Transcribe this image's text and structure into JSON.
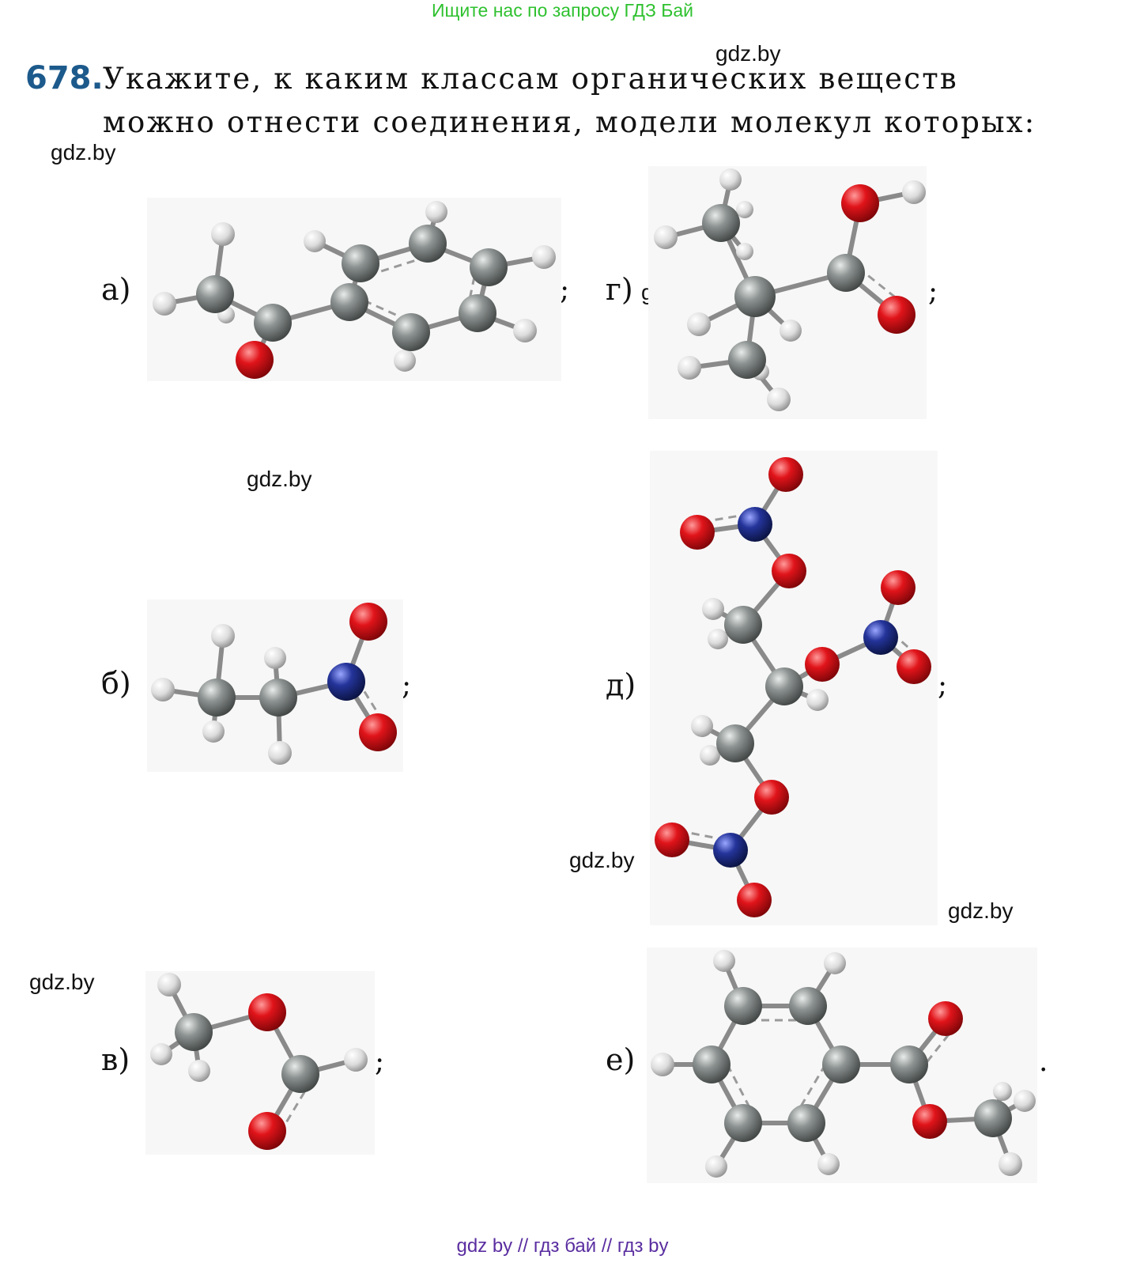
{
  "banner": {
    "text": "Ищите нас по запросу ГДЗ Бай"
  },
  "task": {
    "number": "678.",
    "line1": "Укажите, к каким классам органических веществ",
    "line2": "можно отнести соединения, модели молекул которых:"
  },
  "watermark": "gdz.by",
  "items": [
    {
      "label": "а)",
      "punct": ";"
    },
    {
      "label": "б)",
      "punct": ";"
    },
    {
      "label": "в)",
      "punct": ";"
    },
    {
      "label": "г)",
      "punct": ";"
    },
    {
      "label": "д)",
      "punct": ";"
    },
    {
      "label": "е)",
      "punct": "."
    }
  ],
  "footer": {
    "text": "gdz by  //  гдз бай  //  гдз by"
  },
  "colors": {
    "banner": "#2fc12f",
    "task_number": "#1d5a8c",
    "footer": "#5a2ea0",
    "carbon": "#7f8584",
    "hydrogen": "#e6e6e6",
    "oxygen": "#d8141a",
    "nitrogen": "#1e2d8c"
  }
}
